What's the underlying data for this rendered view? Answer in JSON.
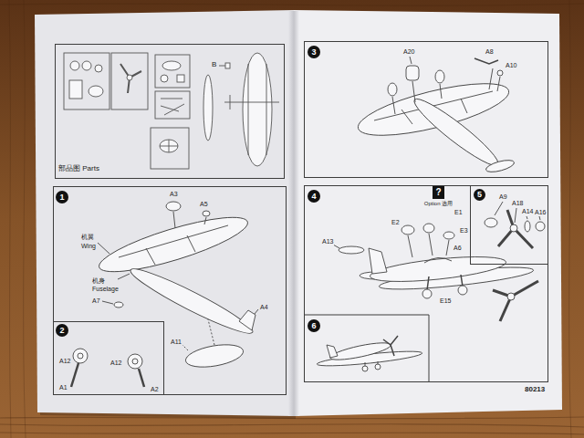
{
  "diagram": {
    "nodes": [
      {
        "text": [
          "部品图 Parts",
          "B"
        ]
      },
      {
        "text": [
          "A3",
          "A5",
          "机翼",
          "Wing",
          "机身",
          "Fuselage",
          "A7",
          "A4",
          "A11"
        ]
      },
      {
        "text": [
          "1"
        ],
        "in": 1
      },
      {
        "text": [
          "A12",
          "A1",
          "A12",
          "A2"
        ],
        "in": 1
      },
      {
        "text": [
          "2"
        ],
        "in": 3
      },
      {
        "text": [
          "A20",
          "A8",
          "A10"
        ]
      },
      {
        "text": [
          "3"
        ],
        "in": 5
      },
      {
        "text": [
          "A13",
          "E2",
          "E1",
          "E3",
          "A6",
          "E15"
        ]
      },
      {
        "text": [
          "4"
        ],
        "in": 7
      },
      {
        "text": [
          "?",
          "Option 选用"
        ],
        "in": 7
      },
      {
        "text": [
          "A9",
          "A18",
          "A14",
          "A16"
        ],
        "in": 7
      },
      {
        "text": [
          "5"
        ],
        "in": 10
      },
      {
        "text": [
          "6"
        ],
        "in": 7
      }
    ],
    "labels": [
      "80213"
    ]
  }
}
